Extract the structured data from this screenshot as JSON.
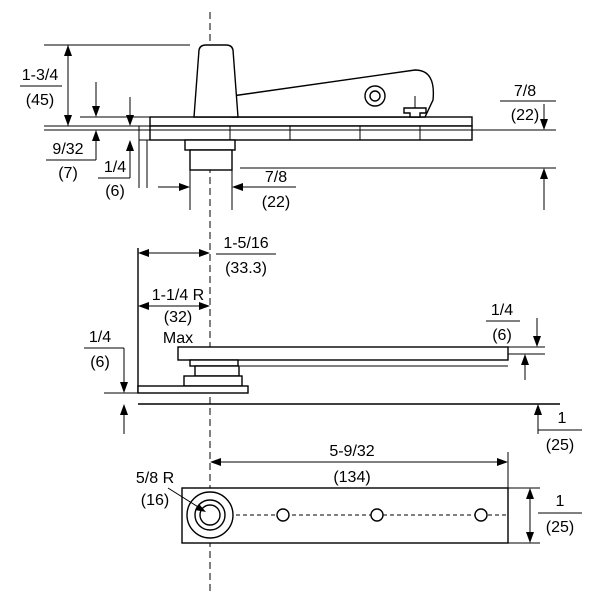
{
  "diagram": {
    "top_view": {
      "overall_height": {
        "fraction": "1-3/4",
        "metric": "(45)"
      },
      "plate_thickness": {
        "fraction": "9/32",
        "metric": "(7)"
      },
      "spindle_offset": {
        "fraction": "1/4",
        "metric": "(6)"
      },
      "spindle_width": {
        "fraction": "7/8",
        "metric": "(22)"
      },
      "arm_height": {
        "fraction": "7/8",
        "metric": "(22)"
      }
    },
    "side_view": {
      "backset": {
        "fraction": "1-5/16",
        "metric": "(33.3)"
      },
      "radius": {
        "fraction": "1-1/4 R",
        "metric": "(32)",
        "note": "Max"
      },
      "left_offset": {
        "fraction": "1/4",
        "metric": "(6)"
      },
      "arm_thickness": {
        "fraction": "1/4",
        "metric": "(6)"
      },
      "base_clearance": {
        "fraction": "1",
        "metric": "(25)"
      }
    },
    "plan_view": {
      "length": {
        "fraction": "5-9/32",
        "metric": "(134)"
      },
      "pivot_radius": {
        "fraction": "5/8 R",
        "metric": "(16)"
      },
      "width": {
        "fraction": "1",
        "metric": "(25)"
      }
    }
  }
}
